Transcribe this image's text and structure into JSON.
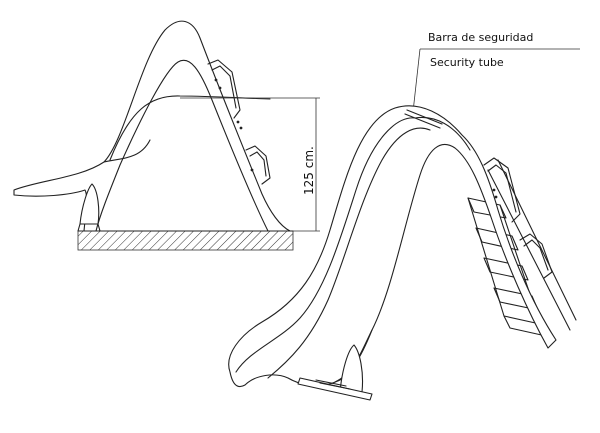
{
  "labels": {
    "safety_bar_es": "Barra de seguridad",
    "safety_bar_en": "Security tube",
    "height_dimension": "125 cm."
  }
}
